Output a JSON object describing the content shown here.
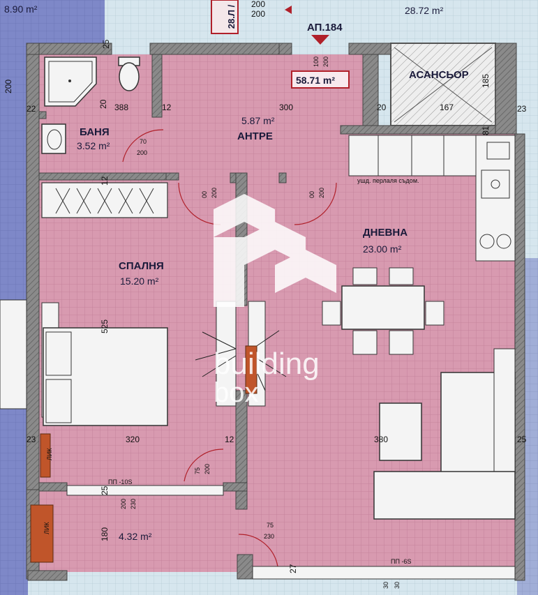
{
  "colors": {
    "room_fill": "#d89ab0",
    "wall": "#7a7a7a",
    "outside_left": "#7e88c8",
    "outside_bg": "#d8e8ee",
    "brand_red": "#b0202a",
    "furniture": "#f4f4f4",
    "heater": "#c0552a"
  },
  "header": {
    "area_top_left": "8.90 m²",
    "area_top_right": "28.72 m²",
    "apartment_code": "АП.184",
    "apartment_area": "58.71 m²",
    "door_top_a": "200",
    "door_top_b": "200",
    "door_entry_a": "100",
    "door_entry_b": "200",
    "stamp_text": "28.Л /"
  },
  "rooms": {
    "bath": {
      "name": "БАНЯ",
      "area": "3.52 m²"
    },
    "hall": {
      "name": "АНТРЕ",
      "area": "5.87 m²"
    },
    "elevator": {
      "name": "АСАНСЬОР"
    },
    "living": {
      "name": "ДНЕВНА",
      "area": "23.00 m²"
    },
    "bedroom": {
      "name": "СПАЛНЯ",
      "area": "15.20 m²"
    },
    "balcony": {
      "area": "4.32 m²"
    }
  },
  "dimensions": {
    "d25_top": "25",
    "d388": "388",
    "d20_bath": "20",
    "d12_a": "12",
    "d300": "300",
    "d20_elev": "20",
    "d167": "167",
    "d23_right": "23",
    "d185": "185",
    "d22": "22",
    "d12_b": "12",
    "d525": "525",
    "d23_left": "23",
    "d320": "320",
    "d12_c": "12",
    "d380": "380",
    "d25_right": "25",
    "d25_bal": "25",
    "d180": "180",
    "d27": "27",
    "d200_left": "200",
    "d81": "81"
  },
  "doors": {
    "bath": {
      "a": "70",
      "b": "200"
    },
    "bedroom": {
      "a": "00",
      "b": "200"
    },
    "living": {
      "a": "00",
      "b": "200"
    },
    "balcony_bed": {
      "a": "75",
      "b": "200"
    },
    "balcony_wall_a": "200",
    "balcony_wall_b": "230",
    "balcony_door": {
      "a": "75",
      "b": "230"
    }
  },
  "windows": {
    "bedroom": "ПП -10S",
    "living": "ПП -6S"
  },
  "kitchen": {
    "labels": "ушд. перлаля съдом."
  },
  "heaters": {
    "bedroom": "ЛИК",
    "balcony": "ЛИК"
  },
  "watermark": {
    "line1": "building",
    "line2": "box"
  },
  "bottom": {
    "d30_a": "30",
    "d30_b": "30"
  }
}
